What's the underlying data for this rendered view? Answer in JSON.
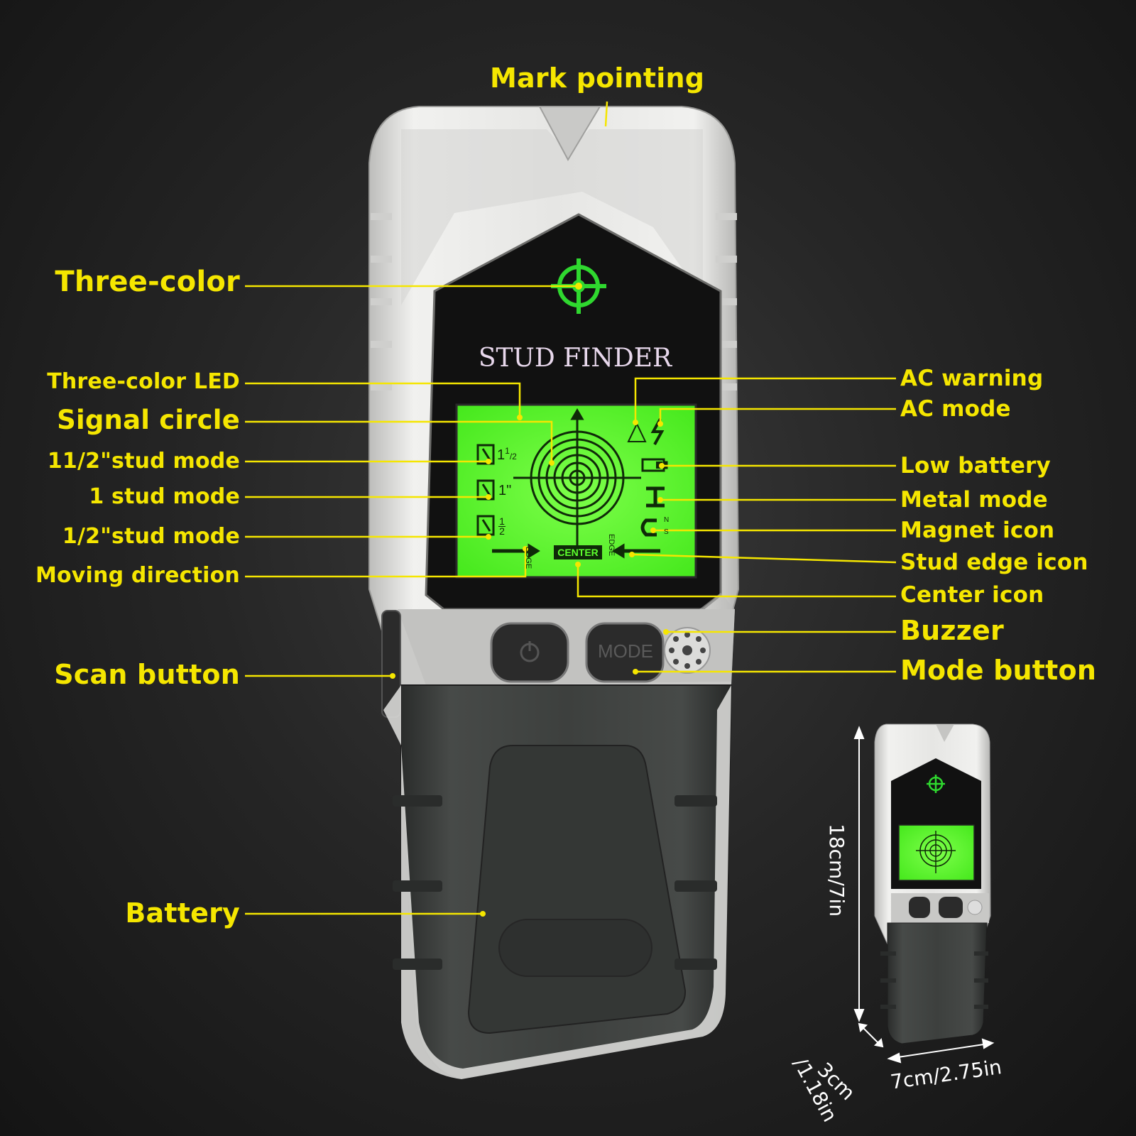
{
  "callouts": {
    "mark_pointing": "Mark pointing",
    "three_color": "Three-color",
    "three_color_led": "Three-color LED",
    "signal_circle": "Signal circle",
    "stud_mode_1_5": "11/2\"stud mode",
    "stud_mode_1": "1 stud mode",
    "stud_mode_0_5": "1/2\"stud mode",
    "moving_direction": "Moving direction",
    "scan_button": "Scan button",
    "battery": "Battery",
    "ac_warning": "AC warning",
    "ac_mode": "AC mode",
    "low_battery": "Low battery",
    "metal_mode": "Metal mode",
    "magnet_icon": "Magnet icon",
    "stud_edge_icon": "Stud edge icon",
    "center_icon": "Center icon",
    "buzzer": "Buzzer",
    "mode_button": "Mode button"
  },
  "device": {
    "brand_title": "STUD FINDER",
    "mode_label": "MODE",
    "lcd": {
      "stud_1_5": "1",
      "stud_1_5_frac_num": "1",
      "stud_1_5_frac_den": "2",
      "stud_1": "1\"",
      "stud_half_num": "1",
      "stud_half_den": "2",
      "edge_left": "EDGE",
      "edge_right": "EDGE",
      "center": "CENTER",
      "magnet_n": "N",
      "magnet_s": "S"
    }
  },
  "dimensions": {
    "height": "18cm/7in",
    "depth_cm": "3cm",
    "depth_in": "/1.18in",
    "width": "7cm/2.75in"
  },
  "colors": {
    "label": "#f5e600",
    "lcd_green": "#5dff2e",
    "target_green": "#2fd82f",
    "body_gray": "#e2e2e0",
    "body_dark": "#3c3f3d"
  }
}
